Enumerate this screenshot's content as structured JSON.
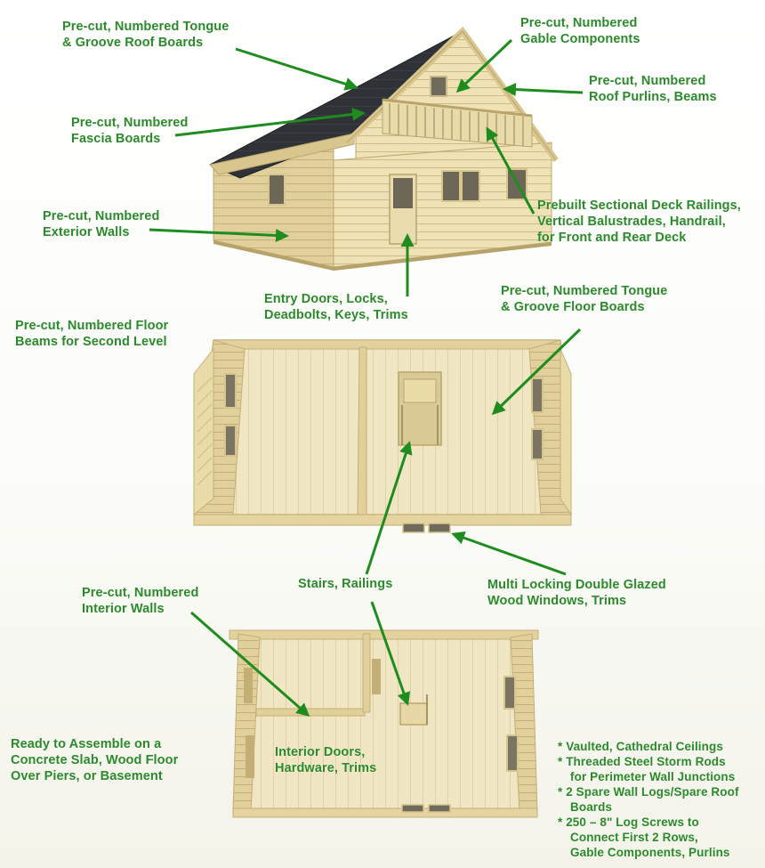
{
  "callouts": {
    "roof_boards": [
      "Pre-cut, Numbered Tongue",
      "& Groove Roof Boards"
    ],
    "gable": [
      "Pre-cut, Numbered",
      "Gable Components"
    ],
    "purlins": [
      "Pre-cut, Numbered",
      "Roof Purlins, Beams"
    ],
    "fascia": [
      "Pre-cut, Numbered",
      "Fascia Boards"
    ],
    "railings_deck": [
      "Prebuilt Sectional Deck Railings,",
      "Vertical Balustrades, Handrail,",
      "for Front and Rear Deck"
    ],
    "exterior_walls": [
      "Pre-cut, Numbered",
      "Exterior Walls"
    ],
    "entry_doors": [
      "Entry Doors, Locks,",
      "Deadbolts, Keys, Trims"
    ],
    "floor_boards": [
      "Pre-cut, Numbered Tongue",
      "& Groove Floor Boards"
    ],
    "floor_beams": [
      "Pre-cut, Numbered Floor",
      "Beams for Second Level"
    ],
    "interior_walls": [
      "Pre-cut, Numbered",
      "Interior Walls"
    ],
    "stairs": [
      "Stairs, Railings"
    ],
    "windows": [
      "Multi Locking Double Glazed",
      "Wood Windows, Trims"
    ],
    "foundation": [
      "Ready to Assemble on a",
      "Concrete Slab, Wood Floor",
      "Over Piers, or Basement"
    ],
    "interior_doors": [
      "Interior Doors,",
      "Hardware, Trims"
    ]
  },
  "notes": [
    [
      "* Vaulted, Cathedral Ceilings"
    ],
    [
      "* Threaded Steel Storm Rods",
      "for Perimeter Wall Junctions"
    ],
    [
      "* 2 Spare Wall Logs/Spare Roof",
      "Boards"
    ],
    [
      "* 250 – 8\" Log Screws to",
      "Connect First 2 Rows,",
      "Gable Components, Purlins"
    ]
  ],
  "colors": {
    "label_text": "#2b8a2b",
    "arrow": "#1e8c1e",
    "wood_light": "#efe3b8",
    "wood_mid": "#e2d09a",
    "wood_dark": "#c9b57c",
    "roof": "#2f3236"
  }
}
